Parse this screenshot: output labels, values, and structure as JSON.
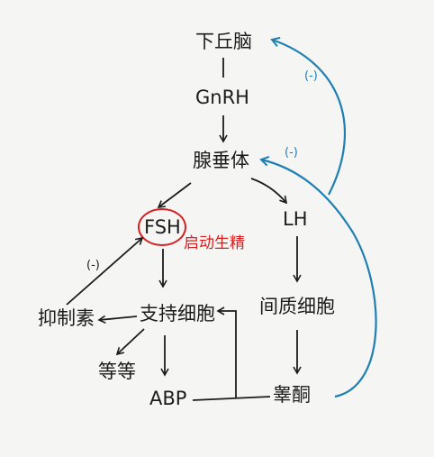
{
  "nodes": {
    "hypothalamus": "下丘脑",
    "gnrh": "GnRH",
    "pituitary": "腺垂体",
    "fsh": "FSH",
    "lh": "LH",
    "sertoli": "支持细胞",
    "leydig": "间质细胞",
    "inhibin": "抑制素",
    "etc": "等等",
    "abp": "ABP",
    "testosterone": "睾酮"
  },
  "annotations": {
    "fsh_note": "启动生精",
    "neg_inhibin": "(-)",
    "neg_hypothalamus": "(-)",
    "neg_pituitary": "(-)"
  },
  "colors": {
    "ink": "#1c1c1c",
    "feedback_blue": "#1f7fb2",
    "highlight_red": "#d42020",
    "background": "#f5f5f4"
  }
}
